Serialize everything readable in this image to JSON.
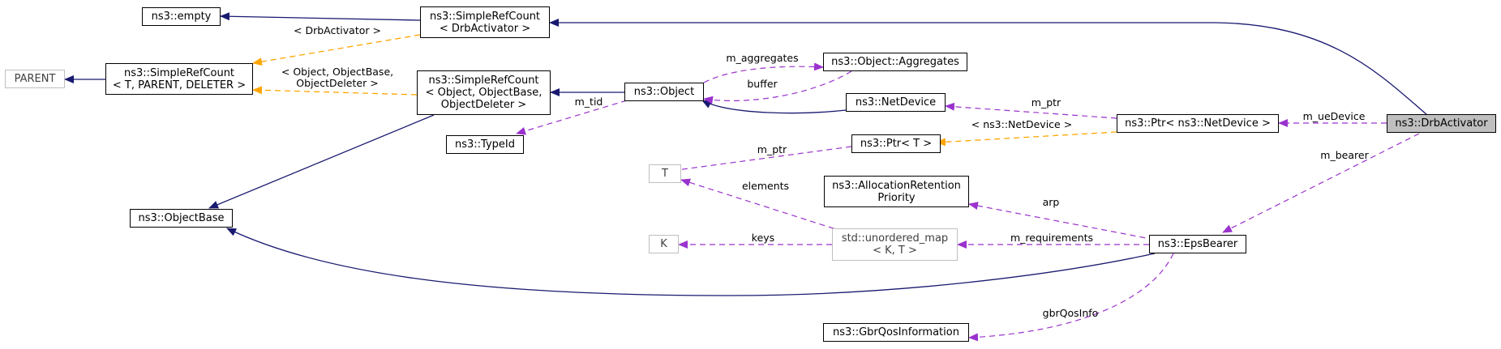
{
  "nodes": {
    "empty": {
      "lines": [
        "ns3::empty"
      ],
      "style": "normal"
    },
    "src_drb": {
      "lines": [
        "ns3::SimpleRefCount",
        "< DrbActivator >"
      ],
      "style": "normal"
    },
    "parent": {
      "lines": [
        "PARENT"
      ],
      "style": "grey"
    },
    "src_generic": {
      "lines": [
        "ns3::SimpleRefCount",
        "< T, PARENT, DELETER >"
      ],
      "style": "normal"
    },
    "src_object": {
      "lines": [
        "ns3::SimpleRefCount",
        "< Object, ObjectBase,",
        "ObjectDeleter >"
      ],
      "style": "normal"
    },
    "object": {
      "lines": [
        "ns3::Object"
      ],
      "style": "normal"
    },
    "aggregates": {
      "lines": [
        "ns3::Object::Aggregates"
      ],
      "style": "normal"
    },
    "netdevice": {
      "lines": [
        "ns3::NetDevice"
      ],
      "style": "normal"
    },
    "typeid": {
      "lines": [
        "ns3::TypeId"
      ],
      "style": "normal"
    },
    "ptr_t": {
      "lines": [
        "ns3::Ptr< T >"
      ],
      "style": "normal"
    },
    "ptr_nd": {
      "lines": [
        "ns3::Ptr< ns3::NetDevice >"
      ],
      "style": "normal"
    },
    "drb": {
      "lines": [
        "ns3::DrbActivator"
      ],
      "style": "focus"
    },
    "t": {
      "lines": [
        "T"
      ],
      "style": "grey"
    },
    "arp": {
      "lines": [
        "ns3::AllocationRetention",
        "Priority"
      ],
      "style": "normal"
    },
    "objectbase": {
      "lines": [
        "ns3::ObjectBase"
      ],
      "style": "normal"
    },
    "k": {
      "lines": [
        "K"
      ],
      "style": "grey"
    },
    "umap": {
      "lines": [
        "std::unordered_map",
        "< K, T >"
      ],
      "style": "grey"
    },
    "epsbearer": {
      "lines": [
        "ns3::EpsBearer"
      ],
      "style": "normal"
    },
    "gbr": {
      "lines": [
        "ns3::GbrQosInformation"
      ],
      "style": "normal"
    }
  },
  "edges": [
    {
      "id": "src_drb-empty",
      "label": ""
    },
    {
      "id": "drb-src_drb",
      "label": ""
    },
    {
      "id": "src_generic-parent",
      "label": ""
    },
    {
      "id": "src_generic-src_drb",
      "label": "< DrbActivator >"
    },
    {
      "id": "src_generic-src_object",
      "label": "< Object, ObjectBase,\nObjectDeleter >"
    },
    {
      "id": "object-src_object",
      "label": ""
    },
    {
      "id": "objectbase-src_object",
      "label": ""
    },
    {
      "id": "aggregates-object",
      "label": "m_aggregates"
    },
    {
      "id": "object-aggregates",
      "label": "buffer"
    },
    {
      "id": "typeid-object",
      "label": "m_tid"
    },
    {
      "id": "object-netdevice",
      "label": ""
    },
    {
      "id": "netdevice-ptr_nd",
      "label": "m_ptr"
    },
    {
      "id": "ptr_t-ptr_nd",
      "label": "< ns3::NetDevice >"
    },
    {
      "id": "ptr_nd-drb",
      "label": "m_ueDevice"
    },
    {
      "id": "t-ptr_t",
      "label": "m_ptr"
    },
    {
      "id": "t-umap",
      "label": "elements"
    },
    {
      "id": "k-umap",
      "label": "keys"
    },
    {
      "id": "arp-epsbearer",
      "label": "arp"
    },
    {
      "id": "umap-epsbearer",
      "label": "m_requirements"
    },
    {
      "id": "objectbase-epsbearer",
      "label": ""
    },
    {
      "id": "epsbearer-drb",
      "label": "m_bearer"
    },
    {
      "id": "gbr-epsbearer",
      "label": "gbrQosInfo"
    }
  ]
}
